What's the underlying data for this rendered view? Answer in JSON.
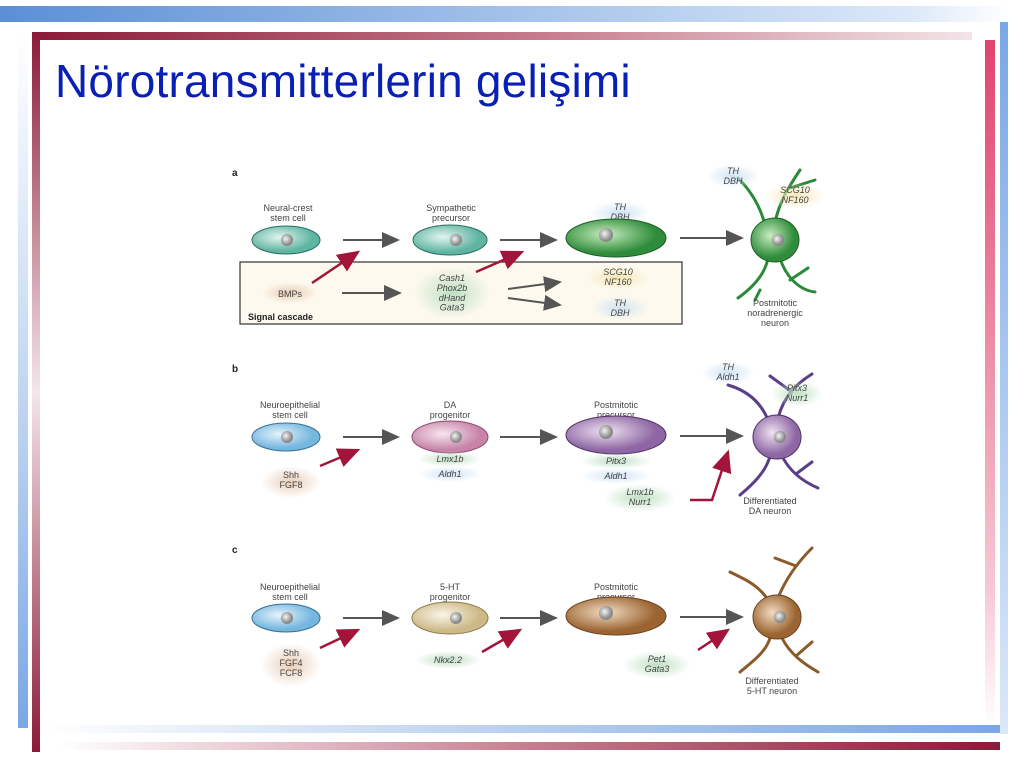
{
  "slide": {
    "title": "Nörotransmitterlerin gelişimi"
  },
  "colors": {
    "title": "#0a1fb4",
    "accent_maroon": "#8b1a38",
    "accent_blue": "#7aa7e6",
    "accent_pink": "#e0436e",
    "arrow_red": "#a3143a",
    "arrow_grey": "#555555"
  },
  "panels": {
    "a": {
      "letter": "a",
      "cell1": "Neural-crest\nstem cell",
      "cell2": "Sympathetic\nprecursor",
      "cell3_markers": "TH\nDBH",
      "neuron_markers_top": "TH\nDBH",
      "neuron_markers_side": "SCG10\nNF160",
      "neuron_label": "Postmitotic\nnoradrenergic\nneuron",
      "box_label": "Signal cascade",
      "signal": "BMPs",
      "factors": "Cash1\nPhox2b\ndHand\nGata3",
      "out1": "SCG10\nNF160",
      "out2": "TH\nDBH"
    },
    "b": {
      "letter": "b",
      "cell1": "Neuroepithelial\nstem cell",
      "cell2": "DA\nprogenitor",
      "cell3": "Postmitotic\nprecursor",
      "signal": "Shh\nFGF8",
      "prog_factor1": "Lmx1b",
      "prog_factor2": "Aldh1",
      "prec_factor1": "Pitx3",
      "prec_factor2": "Aldh1",
      "late_factors": "Lmx1b\nNurr1",
      "neuron_markers_top": "TH\nAldh1",
      "neuron_markers_side": "Pitx3\nNurr1",
      "neuron_label": "Differentiated\nDA neuron"
    },
    "c": {
      "letter": "c",
      "cell1": "Neuroepithelial\nstem cell",
      "cell2": "5-HT\nprogenitor",
      "cell3": "Postmitotic\nprecursor",
      "signal": "Shh\nFGF4\nFCF8",
      "prog_factor": "Nkx2.2",
      "late_factors": "Pet1\nGata3",
      "neuron_label": "Differentiated\n5-HT neuron"
    }
  }
}
